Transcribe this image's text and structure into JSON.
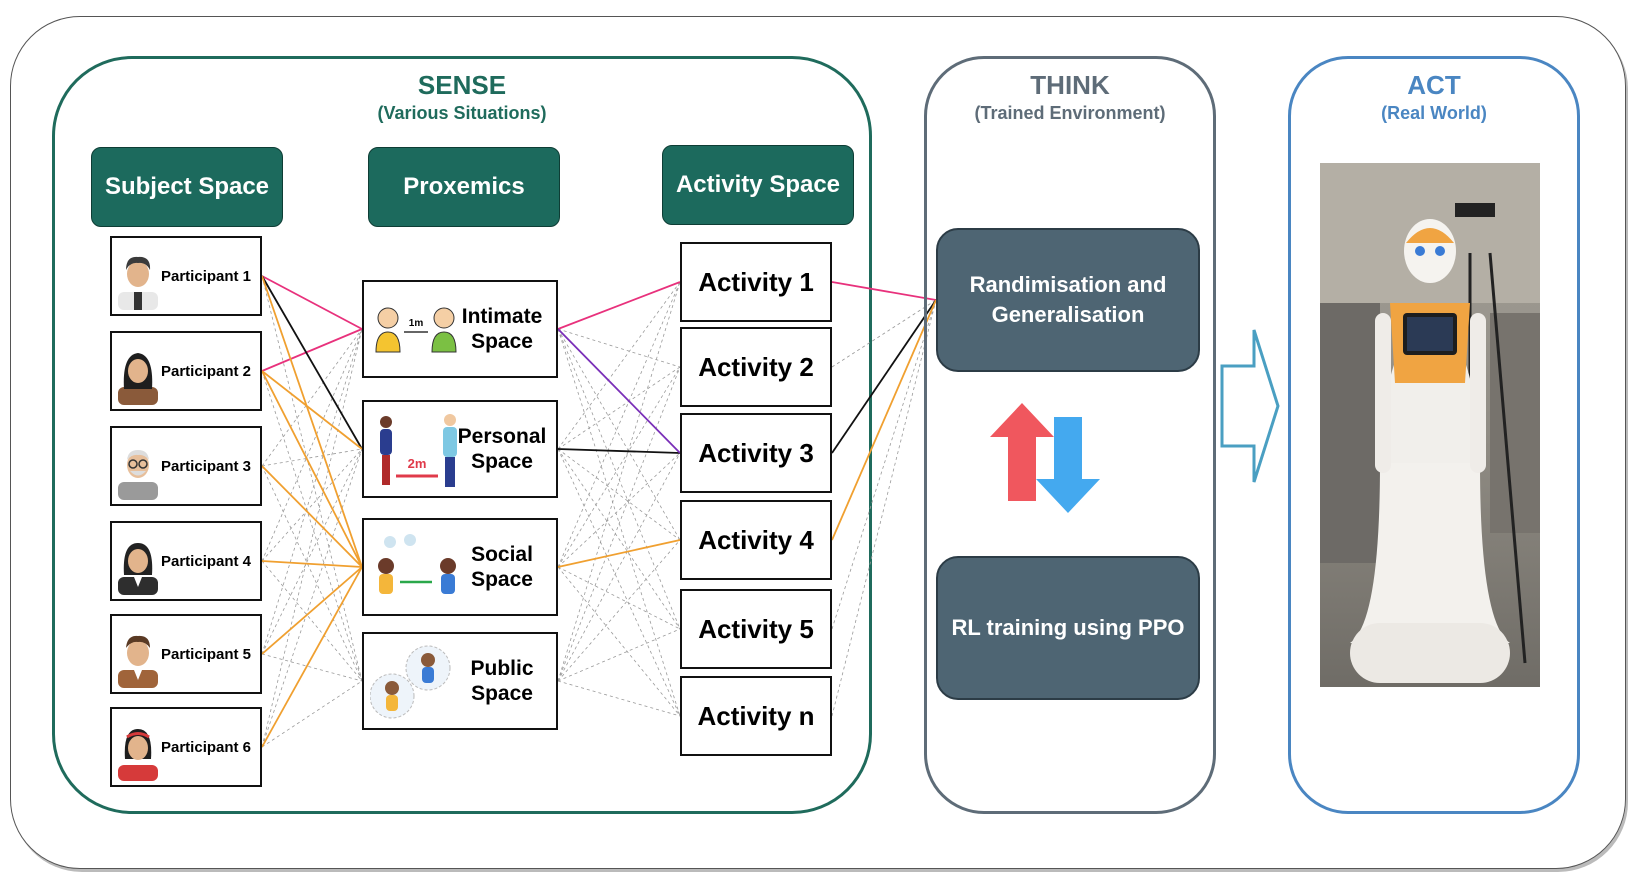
{
  "sense": {
    "title": "SENSE",
    "subtitle": "(Various Situations)",
    "headers": {
      "subject": "Subject Space",
      "proxemics": "Proxemics",
      "activity": "Activity Space"
    },
    "participants": [
      {
        "label": "Participant 1",
        "icon": "man-short-hair-avatar"
      },
      {
        "label": "Participant 2",
        "icon": "woman-long-hair-avatar"
      },
      {
        "label": "Participant 3",
        "icon": "elderly-man-glasses-avatar"
      },
      {
        "label": "Participant 4",
        "icon": "woman-suit-avatar"
      },
      {
        "label": "Participant 5",
        "icon": "man-brown-suit-avatar"
      },
      {
        "label": "Participant 6",
        "icon": "woman-red-headband-avatar"
      }
    ],
    "proxemics": [
      {
        "label": "Intimate Space",
        "icon": "two-people-1m-icon",
        "distance": "1m"
      },
      {
        "label": "Personal Space",
        "icon": "two-people-2m-icon",
        "distance": "2m"
      },
      {
        "label": "Social Space",
        "icon": "two-people-talking-icon"
      },
      {
        "label": "Public Space",
        "icon": "people-in-circles-icon"
      }
    ],
    "activities": [
      "Activity 1",
      "Activity 2",
      "Activity 3",
      "Activity 4",
      "Activity 5",
      "Activity n"
    ]
  },
  "think": {
    "title": "THINK",
    "subtitle": "(Trained Environment)",
    "box_top": "Randimisation and Generalisation",
    "box_bottom": "RL training using PPO",
    "cycle_icon": "up-down-arrows-icon"
  },
  "act": {
    "title": "ACT",
    "subtitle": "(Real World)",
    "photo": "service-robot-photo"
  },
  "arrow_icon": "hollow-right-arrow-icon",
  "colors": {
    "sense": "#1f6b5c",
    "think": "#5e6c78",
    "act": "#4a86c2",
    "pink_link": "#e8317c",
    "black_link": "#111111",
    "orange_link": "#f0a030",
    "purple_link": "#7a2fb8",
    "gray_link": "#9a9a9a"
  }
}
